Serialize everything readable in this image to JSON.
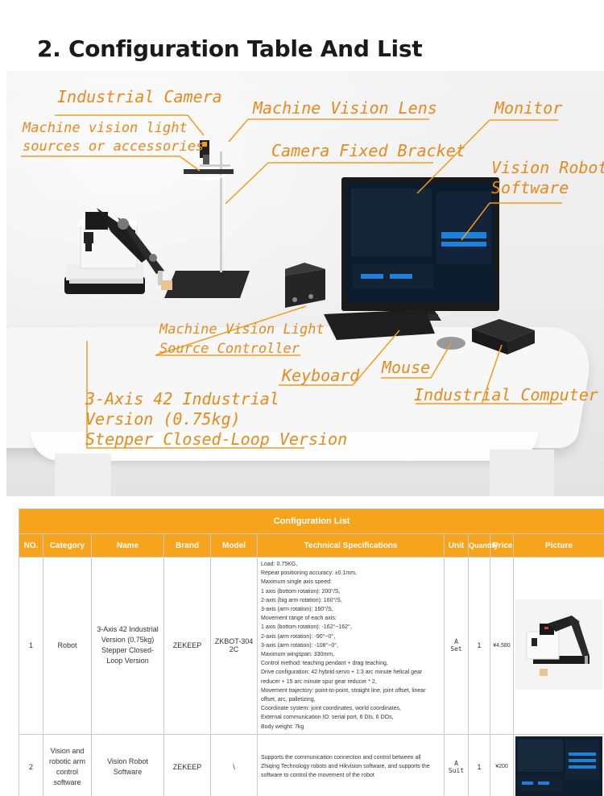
{
  "title": "2. Configuration Table And List",
  "scene_labels": {
    "industrial_camera": "Industrial Camera",
    "machine_vision_lens": "Machine Vision Lens",
    "monitor": "Monitor",
    "light_sources_1": "Machine vision light",
    "light_sources_2": "sources or accessories",
    "camera_bracket": "Camera Fixed Bracket",
    "vision_software_1": "Vision Robot",
    "vision_software_2": "Software",
    "light_controller_1": "Machine Vision Light",
    "light_controller_2": "Source Controller",
    "keyboard": "Keyboard",
    "mouse": "Mouse",
    "industrial_computer": "Industrial Computer",
    "robot_1": "3-Axis 42 Industrial",
    "robot_2": "Version (0.75kg)",
    "robot_3": "Stepper Closed-Loop Version"
  },
  "colors": {
    "accent": "#f6a41c",
    "label": "#e8891c"
  },
  "table": {
    "caption": "Configuration List",
    "headers": {
      "no": "NO.",
      "category": "Category",
      "name": "Name",
      "brand": "Brand",
      "model": "Model",
      "specs": "Technical Specifications",
      "unit": "Unit",
      "quantity": "Quantity",
      "price": "Price",
      "picture": "Picture"
    },
    "rows": [
      {
        "no": "1",
        "category": "Robot",
        "name": "3-Axis 42 Industrial Version (0.75kg) Stepper Closed-Loop Version",
        "brand": "ZEKEEP",
        "model": "ZKBOT-3042C",
        "specs": "Load: 0.75KG,\nRepeat positioning accuracy: ±0.1mm,\nMaximum single axis speed:\n1 axis (bottom rotation): 200°/S,\n2-axis (big arm rotation): 160°/S,\n3-axis (arm rotation): 160°/S,\nMovement range of each axis:\n1 axis (bottom rotation): -162°~162°,\n2-axis (arm rotation): -90°~0°,\n3-axis (arm rotation): -108°~0°,\nMaximum wingspan: 330mm,\nControl method: teaching pendant + drag teaching,\nDrive configuration: 42 hybrid servo + 1:3 arc minute helical gear reducer + 15 arc minute spur gear reducer * 2,\nMovement trajectory: point-to-point, straight line, joint offset, linear offset, arc, palletizing,\nCoordinate system: joint coordinates, world coordinates,\nExternal communication IO: serial port, 6 DIs, 6 DOs,\nBody weight: 7kg",
        "unit": "A Set",
        "quantity": "1",
        "price": "¥4,580",
        "picture": "robot-arm-photo"
      },
      {
        "no": "2",
        "category": "Vision and robotic arm control software",
        "name": "Vision Robot Software",
        "brand": "ZEKEEP",
        "model": "\\",
        "specs": "Supports the communication connection and control between all Zhiqing Technology robots and Hikvision software, and supports the software to control the movement of the robot",
        "unit": "A Suit",
        "quantity": "1",
        "price": "¥200",
        "picture": "software-screenshot"
      }
    ]
  }
}
